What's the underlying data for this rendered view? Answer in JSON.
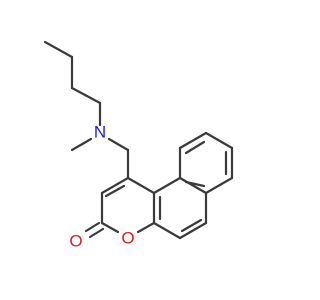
{
  "molecule": {
    "atoms": [
      {
        "symbol": "N",
        "label": "N",
        "color": "#1f1fd0"
      },
      {
        "symbol": "O",
        "label": "O",
        "color": "#e01f1f",
        "role": "ring-oxygen"
      },
      {
        "symbol": "O",
        "label": "O",
        "color": "#e01f1f",
        "role": "carbonyl-oxygen"
      }
    ]
  }
}
